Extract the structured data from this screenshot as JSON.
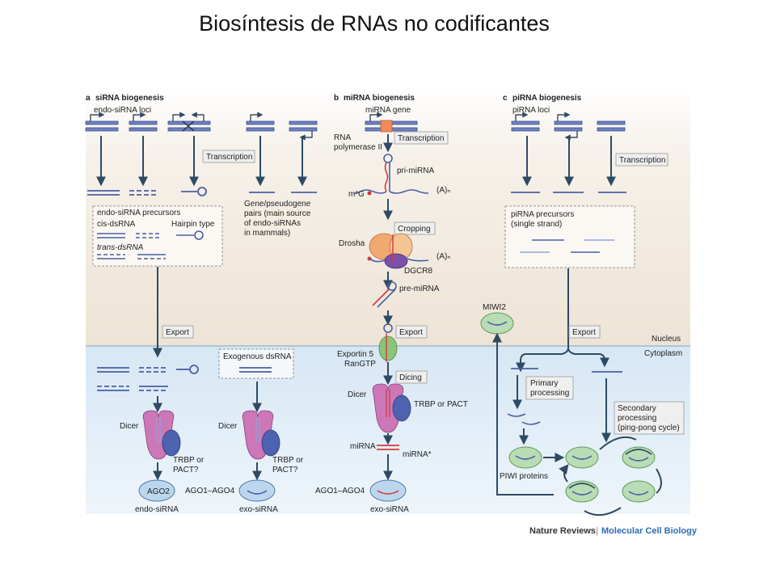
{
  "title": "Biosíntesis de RNAs no codificantes",
  "panels": {
    "a": {
      "letter": "a",
      "heading": "siRNA biogenesis",
      "loci": "endo-siRNA loci"
    },
    "b": {
      "letter": "b",
      "heading": "miRNA biogenesis",
      "gene": "miRNA gene"
    },
    "c": {
      "letter": "c",
      "heading": "piRNA biogenesis",
      "loci": "piRNA loci"
    }
  },
  "labels": {
    "transcription": "Transcription",
    "gene_pseudogene": [
      "Gene/pseudogene",
      "pairs (main source",
      "of endo-siRNAs",
      "in mammals)"
    ],
    "endo_precursors": "endo-siRNA precursors",
    "cis_dsrna": "cis-dsRNA",
    "hairpin_type": "Hairpin type",
    "trans_dsrna": "trans-dsRNA",
    "rna_polymerase": [
      "RNA",
      "polymerase II"
    ],
    "pri_mirna": "pri-miRNA",
    "m7g": "m⁷G",
    "polya": "(A)ₙ",
    "cropping": "Cropping",
    "drosha": "Drosha",
    "dgcr8": "DGCR8",
    "pre_mirna": "pre-miRNA",
    "export": "Export",
    "exportin": [
      "Exportin 5",
      "RanGTP"
    ],
    "dicing": "Dicing",
    "dicer": "Dicer",
    "trbp_pact": "TRBP or PACT",
    "trbp_pact_q": [
      "TRBP or",
      "PACT?"
    ],
    "mirna": "miRNA",
    "mirna_star": "miRNA*",
    "ago1_ago4": "AGO1–AGO4",
    "ago2": "AGO2",
    "endo_sirna": "endo-siRNA",
    "exo_sirna": "exo-siRNA",
    "exogenous_dsrna": "Exogenous dsRNA",
    "pirna_precursors": [
      "piRNA precursors",
      "(single strand)"
    ],
    "miwi2": "MIWI2",
    "nucleus": "Nucleus",
    "cytoplasm": "Cytoplasm",
    "primary_processing": [
      "Primary",
      "processing"
    ],
    "secondary_processing": [
      "Secondary",
      "processing",
      "(ping-pong cycle)"
    ],
    "piwi_proteins": "PIWI proteins"
  },
  "credit": {
    "journal": "Nature Reviews",
    "separator": "|",
    "section": "Molecular Cell Biology"
  },
  "colors": {
    "nucleus_bg": "#f2ebe0",
    "cytoplasm_bg": "#e3eef7",
    "arrow": "#2f4a63",
    "strand_blue": "#4a5fa3",
    "dicer_pink": "#cc77b8",
    "drosha_orange": "#f0a970",
    "exportin_green": "#8cc47a",
    "piwi_green": "#b9dcb4",
    "ago_blue": "#bcd6ee",
    "mirna_red": "#d23a3a",
    "credit_blue": "#2d6db3"
  }
}
